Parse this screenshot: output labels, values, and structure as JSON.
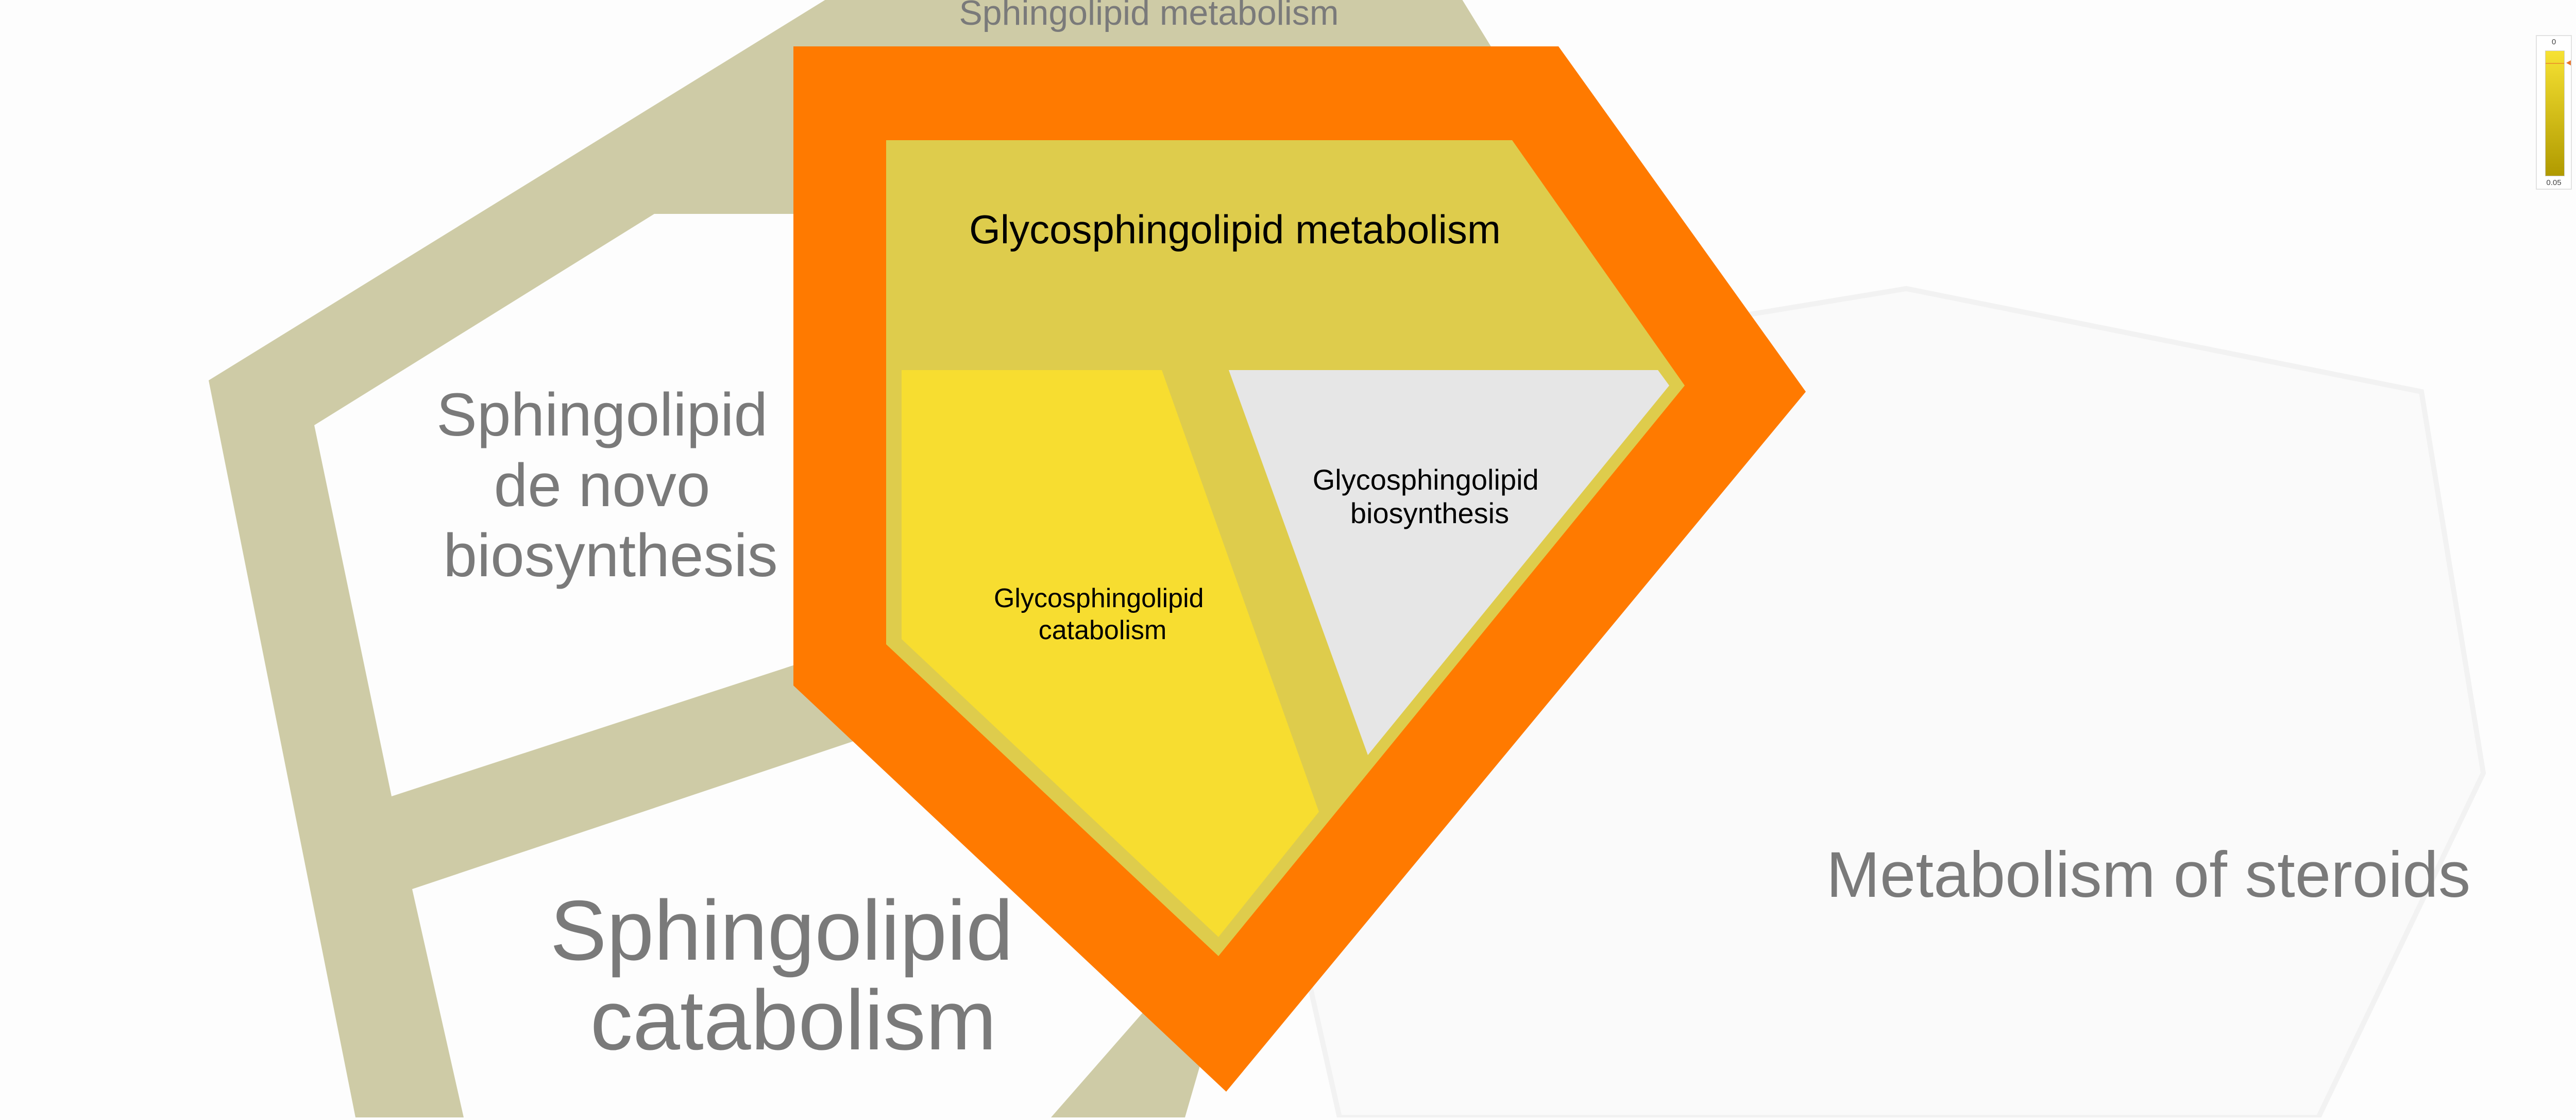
{
  "nodes": {
    "sphingolipid_metabolism_top": "Sphingolipid metabolism",
    "sphingolipid_de_novo": [
      "Sphingolipid",
      "de novo",
      "biosynthesis"
    ],
    "sphingolipid_catabolism": [
      "Sphingolipid",
      "catabolism"
    ],
    "glycosphingolipid_metabolism": "Glycosphingolipid metabolism",
    "glycosphingolipid_catabolism": [
      "Glycosphingolipid",
      "catabolism"
    ],
    "glycosphingolipid_biosynthesis": [
      "Glycosphingolipid",
      "biosynthesis"
    ],
    "metabolism_of_steroids": "Metabolism of steroids"
  },
  "legend": {
    "top_value": "0",
    "bottom_value": "0.05",
    "selected_value": 0.005,
    "range": [
      0,
      0.05
    ],
    "colors": {
      "top": "#f7e233",
      "bottom": "#b09a00",
      "marker": "#e8732a"
    }
  },
  "colors": {
    "outer_ring": "#cecba6",
    "selection_ring": "#ff7a00",
    "glyco_metabolism": "#decc4c",
    "glyco_catabolism": "#f7dd30",
    "glyco_biosynthesis": "#e6e6e6",
    "background_label": "#7a7a7a"
  }
}
